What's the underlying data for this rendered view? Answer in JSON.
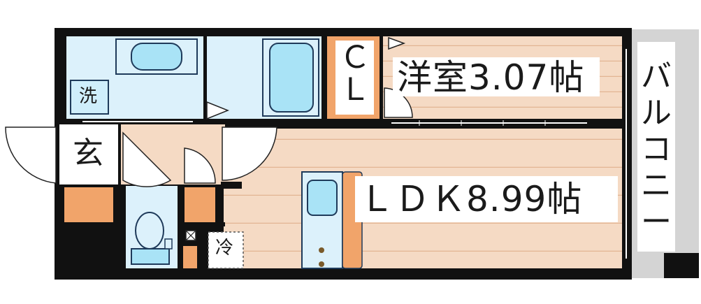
{
  "labels": {
    "western_room": "洋室3.07帖",
    "ldk": "ＬＤＫ8.99帖",
    "balcony": "バルコニー",
    "closet": "ＣＬ",
    "entrance": "玄",
    "washer": "洗",
    "fridge": "冷"
  },
  "colors": {
    "wall": "#111111",
    "floor_wood": "#f5dac4",
    "floor_wood_line": "#e4b89a",
    "wet_area": "#dcf1fb",
    "fixture": "#a9e3f6",
    "storage": "#f1a46a",
    "balcony": "#d4d4d4",
    "hallway": "#ffffff"
  },
  "icons": {
    "wash_basin": "wash-basin-icon",
    "bathtub": "bathtub-icon",
    "toilet": "toilet-icon",
    "kitchen_sink": "kitchen-sink-icon",
    "stove": "stove-icon"
  }
}
